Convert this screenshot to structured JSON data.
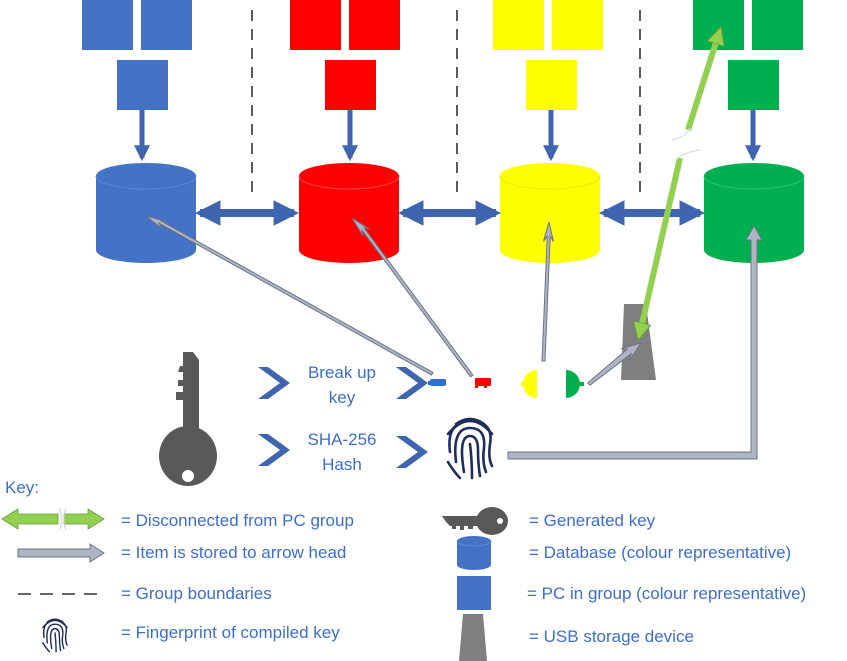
{
  "colors": {
    "blue": "#4472c4",
    "red": "#ff0000",
    "yellow": "#ffff00",
    "green": "#00b050",
    "arrow_blue": "#3f64b0",
    "arrow_gray": "#aeb4c3",
    "arrow_green": "#92d050",
    "key_gray": "#595959",
    "usb_gray": "#7f7f7f",
    "fingerprint_navy": "#1f2d5a",
    "text_blue": "#3d6ec9"
  },
  "groups": [
    {
      "name": "blue"
    },
    {
      "name": "red"
    },
    {
      "name": "yellow"
    },
    {
      "name": "green"
    }
  ],
  "process": {
    "break_up_line1": "Break up",
    "break_up_line2": "key",
    "hash_line1": "SHA-256",
    "hash_line2": "Hash"
  },
  "legend": {
    "title": "Key:",
    "disconnected": "= Disconnected from PC group",
    "stored": "= Item is stored to arrow head",
    "boundaries": "= Group boundaries",
    "fingerprint": "= Fingerprint of compiled key",
    "generated_key": "= Generated key",
    "database": "= Database (colour representative)",
    "pc": "= PC in group (colour representative)",
    "usb": "= USB storage device"
  },
  "icons": [
    "key-icon",
    "fingerprint-icon",
    "usb-icon",
    "database-icon",
    "pc-icon",
    "chevron-right-icon"
  ]
}
